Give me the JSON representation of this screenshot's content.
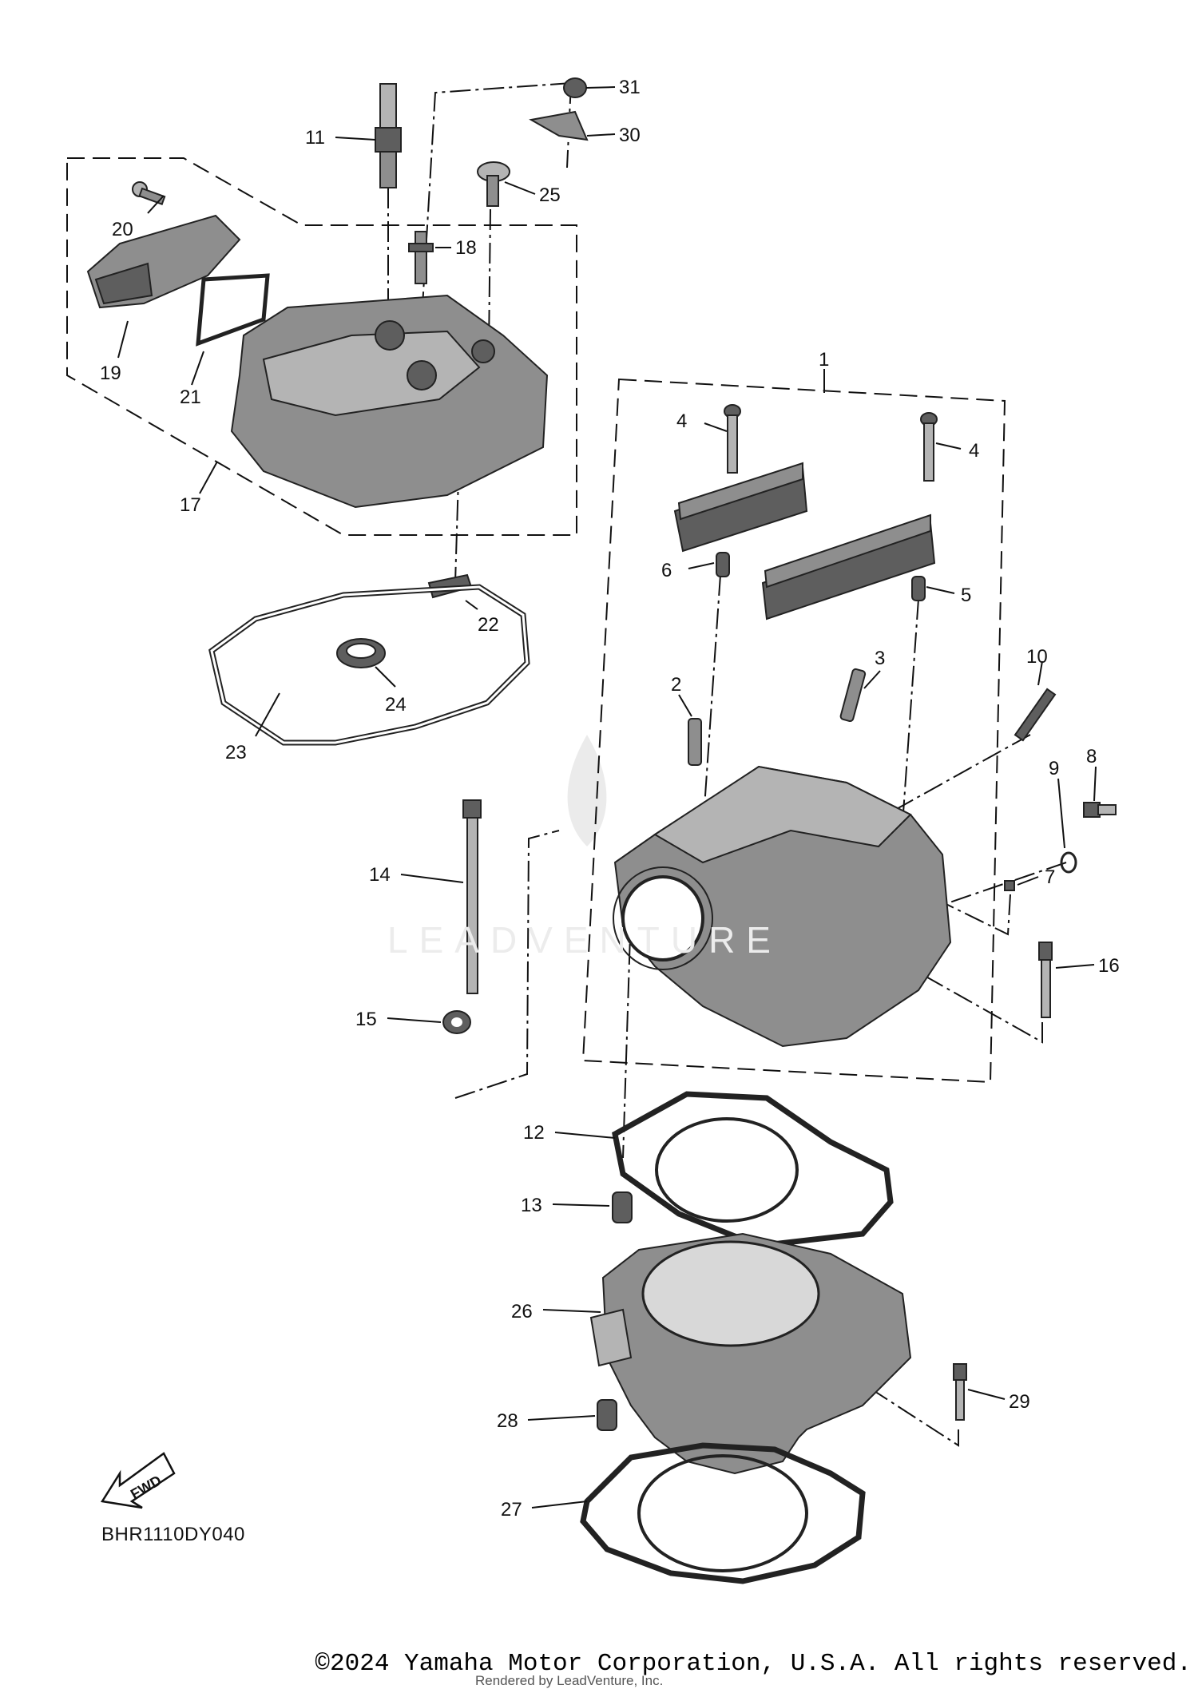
{
  "diagram": {
    "code": "BHR1110DY040",
    "fwd_label": "FWD",
    "watermark": "LEADVENTURE",
    "copyright": "©2024 Yamaha Motor Corporation, U.S.A. All rights reserved.",
    "rendered_by": "Rendered by LeadVenture, Inc.",
    "callouts": [
      "1",
      "2",
      "3",
      "4",
      "4",
      "5",
      "6",
      "7",
      "8",
      "9",
      "10",
      "11",
      "12",
      "13",
      "14",
      "15",
      "16",
      "17",
      "18",
      "19",
      "20",
      "21",
      "22",
      "23",
      "24",
      "25",
      "26",
      "27",
      "28",
      "29",
      "30",
      "31"
    ]
  },
  "colors": {
    "line": "#111111",
    "part_fill": "#8e8e8e",
    "background": "#ffffff"
  }
}
